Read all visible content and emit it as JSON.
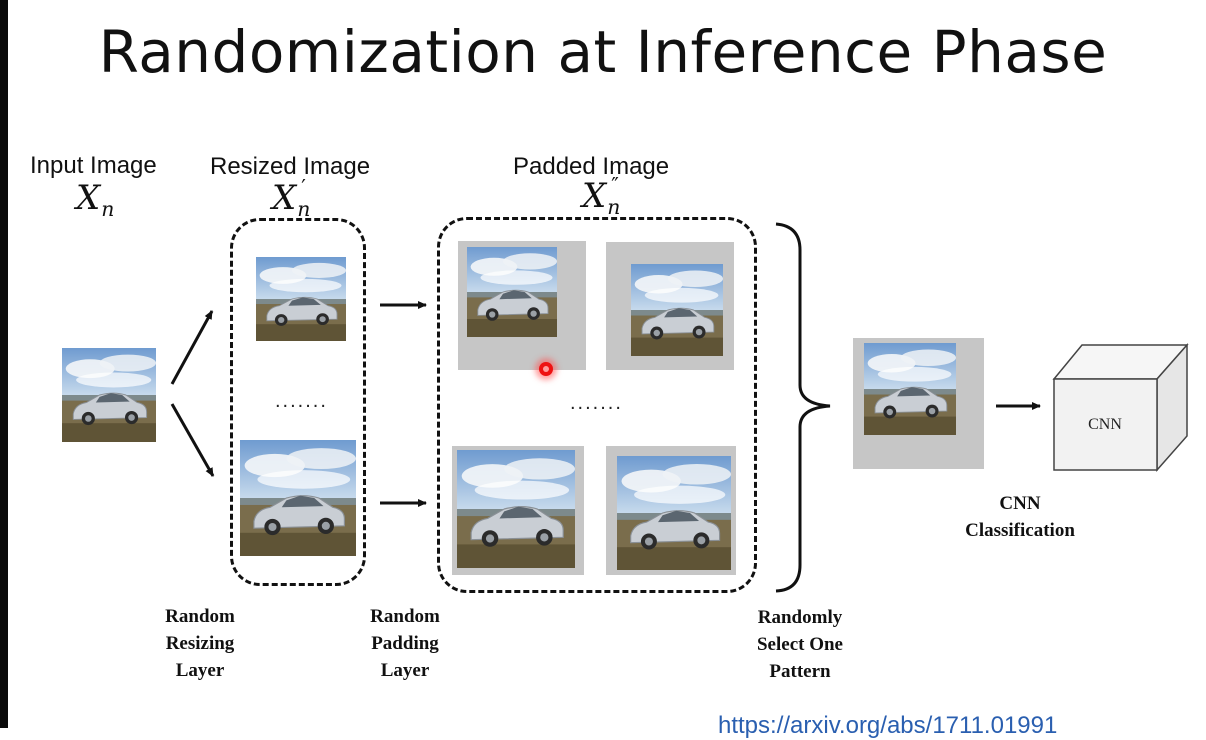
{
  "slide": {
    "title": "Randomization at Inference Phase",
    "url_partial": "https://arxiv.org/abs/1711.01991"
  },
  "headers": {
    "input": {
      "label": "Input Image",
      "math_base": "X",
      "math_sub": "n",
      "math_prime": ""
    },
    "resized": {
      "label": "Resized Image",
      "math_base": "X",
      "math_sub": "n",
      "math_prime": "′"
    },
    "padded": {
      "label": "Padded Image",
      "math_base": "X",
      "math_sub": "n",
      "math_prime": "″"
    }
  },
  "ellipsis": ".......",
  "layers": {
    "random_resizing": "Random\nResizing\nLayer",
    "random_padding": "Random\nPadding\nLayer",
    "randomly_select": "Randomly\nSelect One\nPattern",
    "cnn_classification": "CNN\nClassification"
  },
  "cnn_cube_label": "CNN",
  "colors": {
    "pad_gray": "#c6c6c6",
    "sky": "#8fb1d6",
    "car": "#c9ced4",
    "ground": "#6f6445",
    "link": "#2a5fb0"
  }
}
